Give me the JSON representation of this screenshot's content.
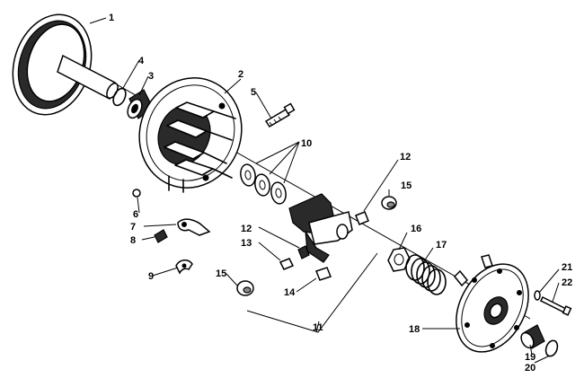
{
  "callouts": [
    {
      "id": "p1",
      "text": "1"
    },
    {
      "id": "p2",
      "text": "2"
    },
    {
      "id": "p3",
      "text": "3"
    },
    {
      "id": "p4",
      "text": "4"
    },
    {
      "id": "p5",
      "text": "5"
    },
    {
      "id": "p6",
      "text": "6"
    },
    {
      "id": "p7",
      "text": "7"
    },
    {
      "id": "p8",
      "text": "8"
    },
    {
      "id": "p9",
      "text": "9"
    },
    {
      "id": "p10",
      "text": "10"
    },
    {
      "id": "p11",
      "text": "11"
    },
    {
      "id": "p12a",
      "text": "12"
    },
    {
      "id": "p12b",
      "text": "12"
    },
    {
      "id": "p13",
      "text": "13"
    },
    {
      "id": "p14",
      "text": "14"
    },
    {
      "id": "p15a",
      "text": "15"
    },
    {
      "id": "p15b",
      "text": "15"
    },
    {
      "id": "p16",
      "text": "16"
    },
    {
      "id": "p17",
      "text": "17"
    },
    {
      "id": "p18",
      "text": "18"
    },
    {
      "id": "p19",
      "text": "19"
    },
    {
      "id": "p20",
      "text": "20"
    },
    {
      "id": "p21",
      "text": "21"
    },
    {
      "id": "p22",
      "text": "22"
    }
  ]
}
